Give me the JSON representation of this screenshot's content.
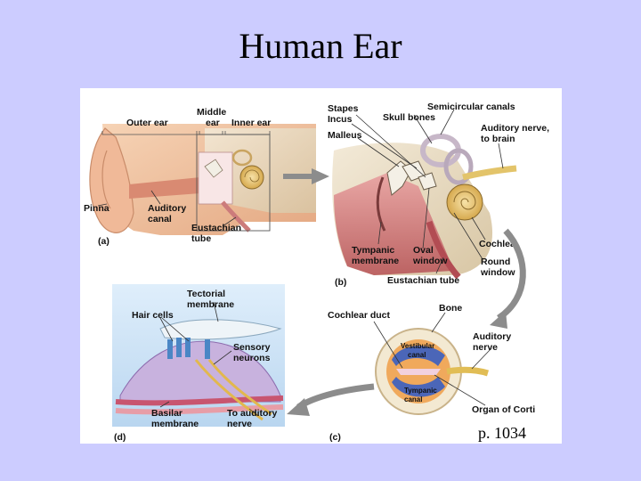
{
  "title": "Human Ear",
  "page_ref": "p. 1034",
  "panels": {
    "a": {
      "tag": "(a)",
      "labels": {
        "outer_ear": "Outer ear",
        "middle_ear_1": "Middle",
        "middle_ear_2": "ear",
        "inner_ear": "Inner ear",
        "pinna": "Pinna",
        "auditory_canal_1": "Auditory",
        "auditory_canal_2": "canal",
        "eustachian_1": "Eustachian",
        "eustachian_2": "tube"
      }
    },
    "b": {
      "tag": "(b)",
      "labels": {
        "stapes": "Stapes",
        "incus": "Incus",
        "malleus": "Malleus",
        "skull_bones": "Skull bones",
        "semicircular": "Semicircular canals",
        "auditory_nerve_1": "Auditory nerve,",
        "auditory_nerve_2": "to brain",
        "tympanic_1": "Tympanic",
        "tympanic_2": "membrane",
        "oval_1": "Oval",
        "oval_2": "window",
        "cochlea": "Cochlea",
        "round_1": "Round",
        "round_2": "window",
        "eustachian": "Eustachian tube"
      }
    },
    "c": {
      "tag": "(c)",
      "labels": {
        "cochlear_duct": "Cochlear duct",
        "bone": "Bone",
        "auditory_nerve_1": "Auditory",
        "auditory_nerve_2": "nerve",
        "vestibular_1": "Vestibular",
        "vestibular_2": "canal",
        "tympanic_1": "Tympanic",
        "tympanic_2": "canal",
        "organ_corti": "Organ of Corti"
      }
    },
    "d": {
      "tag": "(d)",
      "labels": {
        "tectorial_1": "Tectorial",
        "tectorial_2": "membrane",
        "hair_cells": "Hair cells",
        "sensory_1": "Sensory",
        "sensory_2": "neurons",
        "basilar_1": "Basilar",
        "basilar_2": "membrane",
        "to_nerve_1": "To auditory",
        "to_nerve_2": "nerve"
      }
    }
  }
}
